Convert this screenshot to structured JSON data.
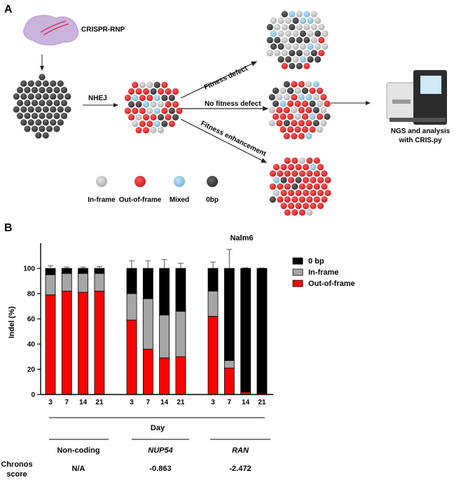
{
  "panel_a": {
    "letter": "A",
    "rnp_label": "CRISPR-RNP",
    "nhej_label": "NHEJ",
    "fitness_defect": "Fitness defect",
    "no_fitness_defect": "No fitness defect",
    "fitness_enhancement": "Fitness enhancement",
    "ngs_label_line1": "NGS and analysis",
    "ngs_label_line2": "with CRIS.py",
    "legend": [
      {
        "label": "In-frame",
        "color": "#c4c4c4"
      },
      {
        "label": "Out-of-frame",
        "color": "#e8292b"
      },
      {
        "label": "Mixed",
        "color": "#8cc6ea"
      },
      {
        "label": "0bp",
        "color": "#3a3a3a"
      }
    ]
  },
  "panel_b": {
    "letter": "B",
    "chart_title": "Nalm6",
    "xlabel": "Day",
    "groups": [
      {
        "name": "Non-coding",
        "italic": false,
        "chronos": "N/A"
      },
      {
        "name": "NUP54",
        "italic": true,
        "chronos": "-0.863"
      },
      {
        "name": "RAN",
        "italic": true,
        "chronos": "-2.472"
      }
    ],
    "chronos_label_line1": "Chronos",
    "chronos_label_line2": "score"
  },
  "chart_data": {
    "type": "bar",
    "stacked": true,
    "title": "Nalm6",
    "xlabel": "Day",
    "ylabel": "Indel (%)",
    "ylim": [
      0,
      120
    ],
    "yticks": [
      0,
      20,
      40,
      60,
      80,
      100
    ],
    "legend_position": "right",
    "categories": [
      "3",
      "7",
      "14",
      "21",
      "3",
      "7",
      "14",
      "21",
      "3",
      "7",
      "14",
      "21"
    ],
    "category_groups": [
      "Non-coding",
      "Non-coding",
      "Non-coding",
      "Non-coding",
      "NUP54",
      "NUP54",
      "NUP54",
      "NUP54",
      "RAN",
      "RAN",
      "RAN",
      "RAN"
    ],
    "series": [
      {
        "name": "Out-of-frame",
        "color": "#ff0000",
        "values": [
          79,
          82,
          81,
          82,
          59,
          36,
          29,
          30,
          62,
          21,
          2,
          1
        ],
        "error": [
          2,
          2,
          1.5,
          1.5,
          6,
          9,
          3,
          3,
          2,
          10,
          0.5,
          0.3
        ]
      },
      {
        "name": "In-frame",
        "color": "#a6a6a6",
        "values": [
          16,
          14,
          15,
          14,
          21,
          40,
          34,
          36,
          20,
          6,
          0,
          0
        ],
        "error": [
          2,
          1,
          1,
          1.5,
          2,
          16,
          3,
          2,
          3,
          5,
          0,
          0
        ]
      },
      {
        "name": "0 bp",
        "color": "#000000",
        "values": [
          5,
          4,
          4,
          4,
          20,
          24,
          37,
          34,
          18,
          73,
          98,
          99
        ],
        "error": [
          2,
          1,
          1,
          1.5,
          6,
          6,
          7,
          4,
          5,
          15,
          0.5,
          0.3
        ]
      }
    ]
  }
}
